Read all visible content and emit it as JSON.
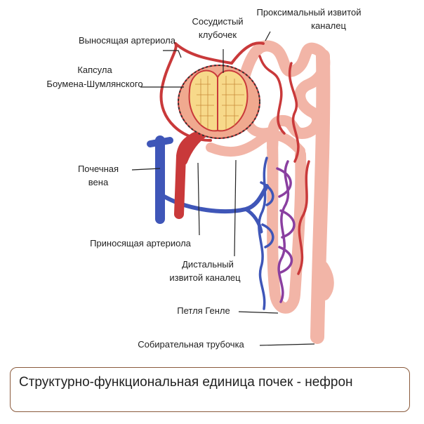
{
  "labels": {
    "efferent_arteriole": "Выносящая артериола",
    "glomerulus_line1": "Сосудистый",
    "glomerulus_line2": "клубочек",
    "proximal_line1": "Проксимальный извитой",
    "proximal_line2": "каналец",
    "capsule_line1": "Капсула",
    "capsule_line2": "Боумена-Шумлянского",
    "renal_vein_line1": "Почечная",
    "renal_vein_line2": "вена",
    "afferent_arteriole": "Приносящая артериола",
    "distal_line1": "Дистальный",
    "distal_line2": "извитой каналец",
    "loop_of_henle": "Петля Генле",
    "collecting_duct": "Собирательная трубочка"
  },
  "caption": "Структурно-функциональная единица почек - нефрон",
  "colors": {
    "tubule": "#f2b5a7",
    "tubule_outline": "#e79a8a",
    "artery": "#c9393a",
    "vein": "#3f56b8",
    "capillary_mix": "#8a3fa0",
    "glomerulus": "#f7d98a",
    "capsule": "#f0a98f",
    "caption_border": "#8a5a3c"
  }
}
